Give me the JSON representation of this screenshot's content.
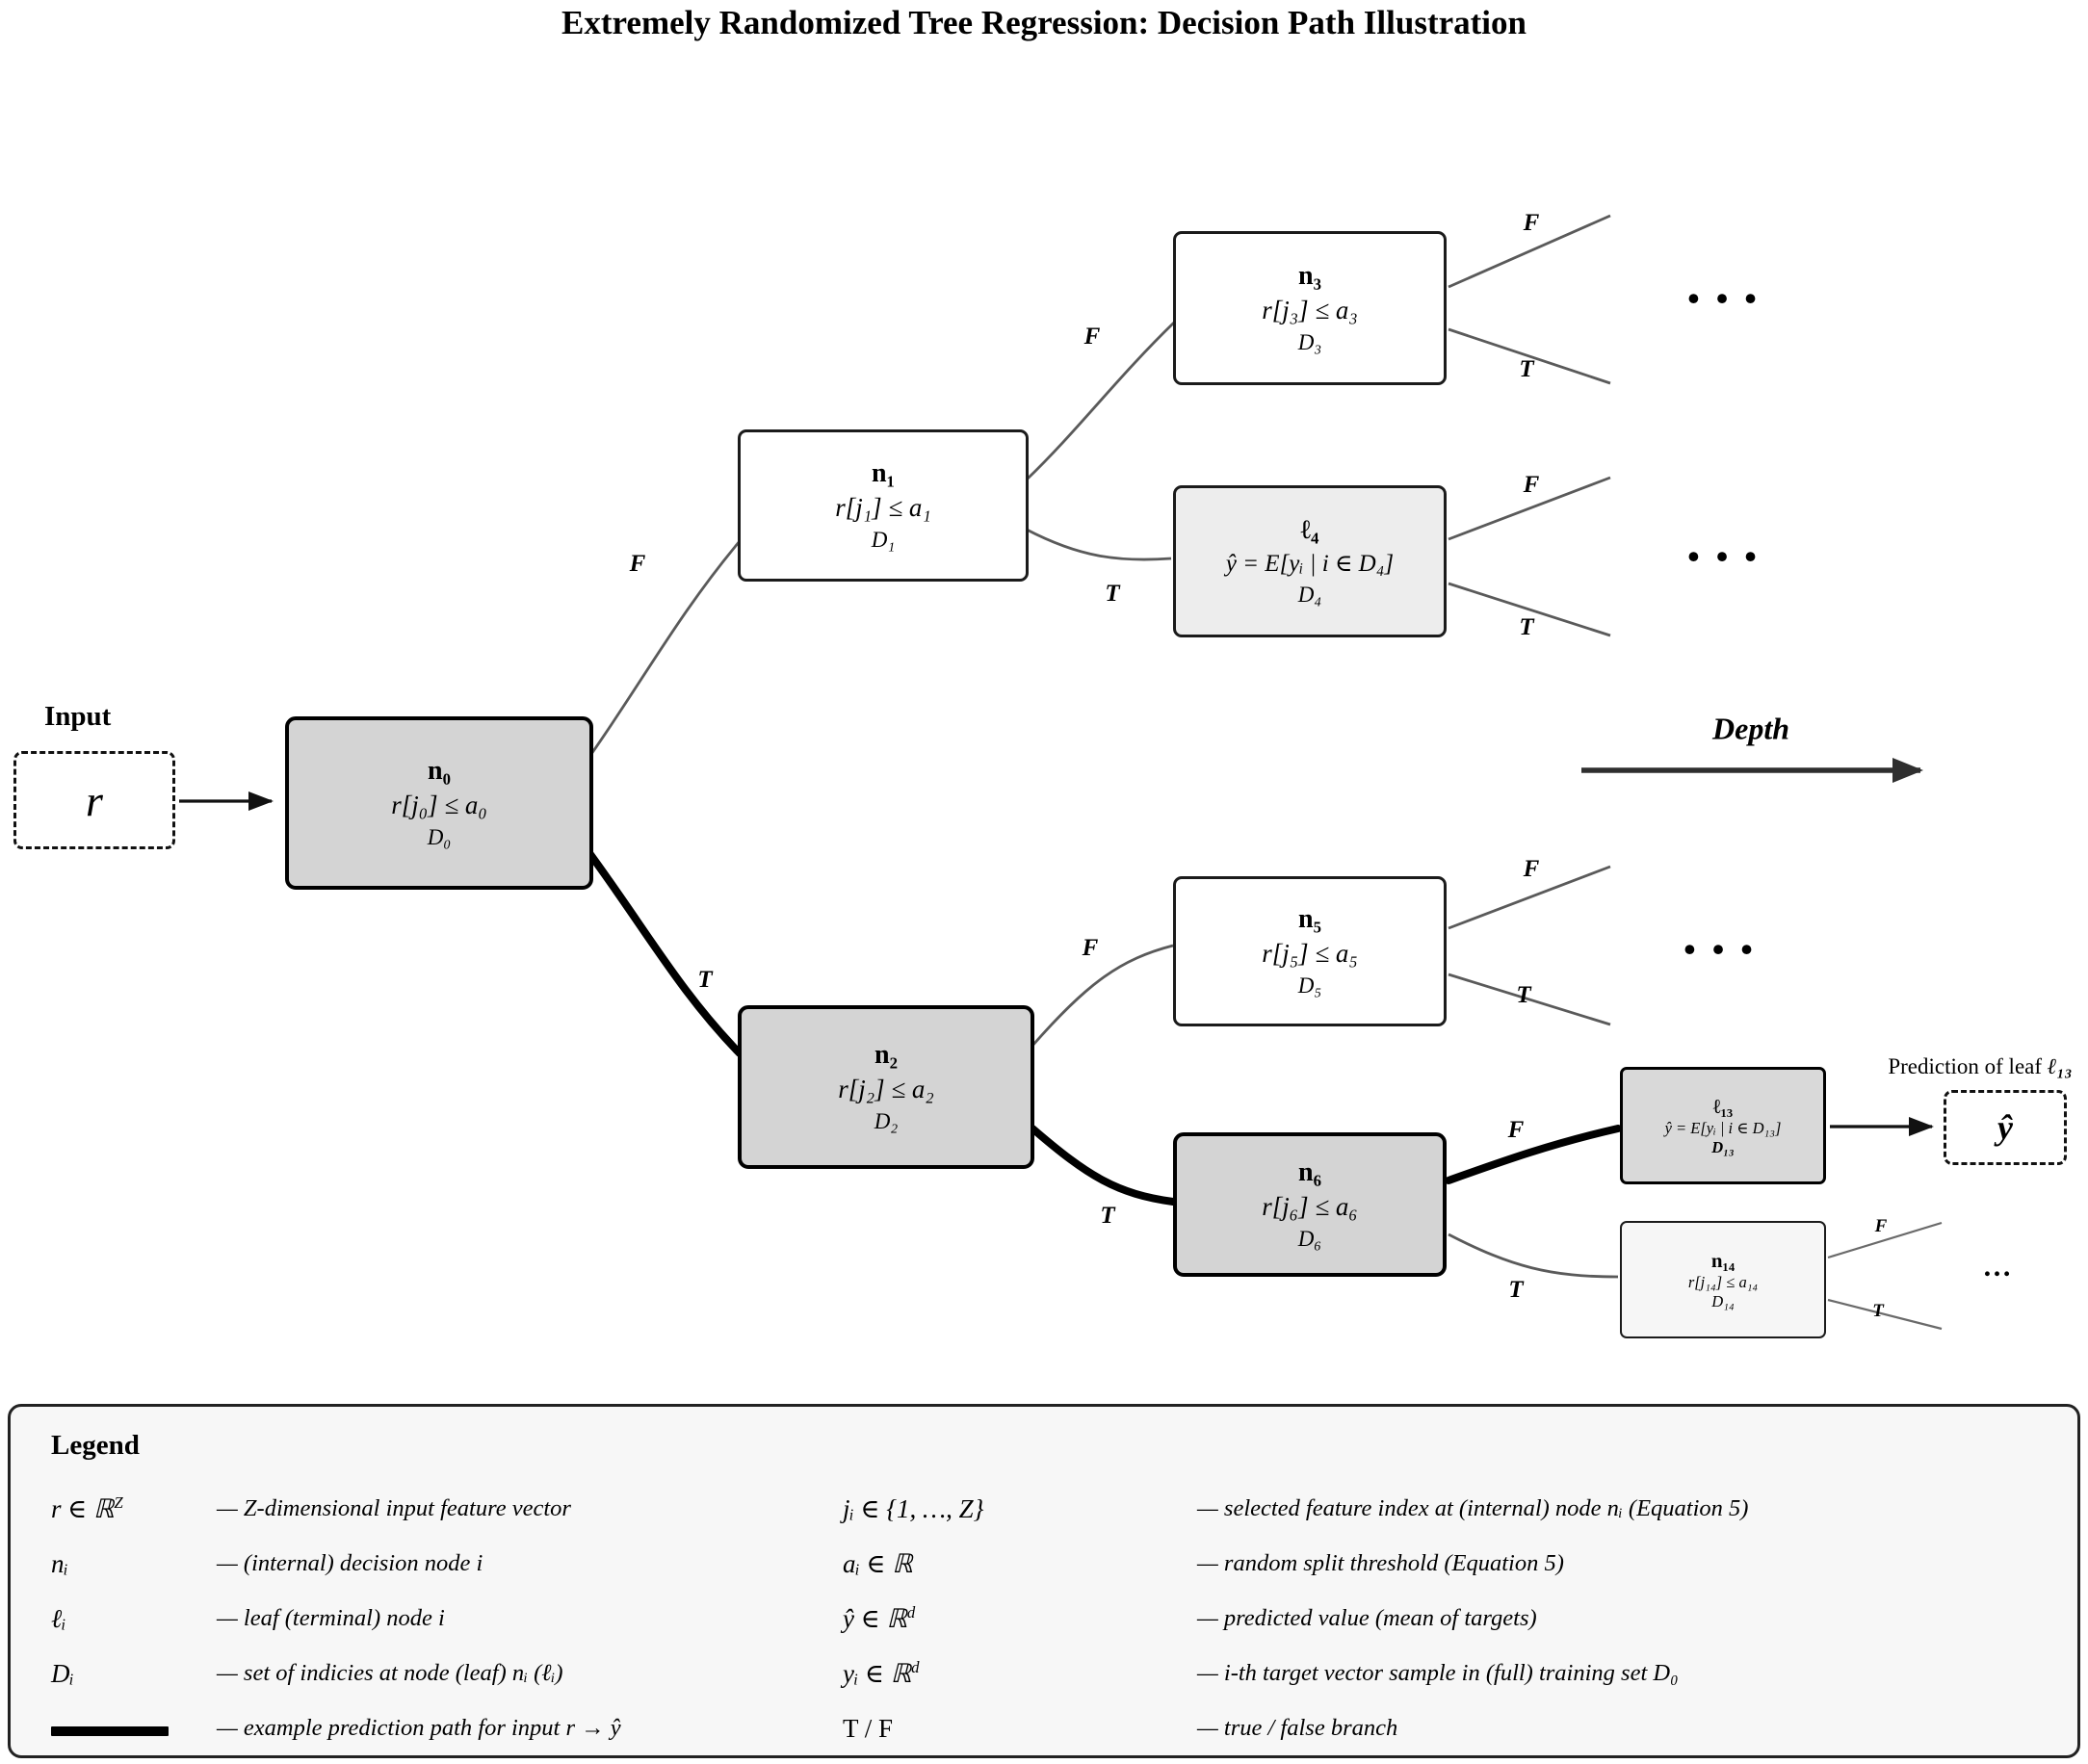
{
  "title": "Extremely Randomized Tree Regression: Decision Path Illustration",
  "input": {
    "label": "Input",
    "symbol": "r"
  },
  "depth_label": "Depth",
  "branches": {
    "f": "F",
    "t": "T"
  },
  "ellipsis": {
    "large": "• • •",
    "small": "…"
  },
  "nodes": {
    "n0": {
      "name": "n₀",
      "cond": "r[j₀] ≤ a₀",
      "set": "D₀"
    },
    "n1": {
      "name": "n₁",
      "cond": "r[j₁] ≤ a₁",
      "set": "D₁"
    },
    "n2": {
      "name": "n₂",
      "cond": "r[j₂] ≤ a₂",
      "set": "D₂"
    },
    "n3": {
      "name": "n₃",
      "cond": "r[j₃] ≤ a₃",
      "set": "D₃"
    },
    "l4": {
      "name": "ℓ₄",
      "cond": "ŷ = E[yᵢ | i ∈ D₄]",
      "set": "D₄"
    },
    "n5": {
      "name": "n₅",
      "cond": "r[j₅] ≤ a₅",
      "set": "D₅"
    },
    "n6": {
      "name": "n₆",
      "cond": "r[j₆] ≤ a₆",
      "set": "D₆"
    },
    "l13": {
      "name": "ℓ₁₃",
      "cond": "ŷ = E[yᵢ | i ∈ D₁₃]",
      "set": "D₁₃"
    },
    "n14": {
      "name": "n₁₄",
      "cond": "r[j₁₄] ≤ a₁₄",
      "set": "D₁₄"
    }
  },
  "prediction": {
    "label_pre": "Prediction of leaf ",
    "label_leaf": "ℓ₁₃",
    "symbol": "ŷ"
  },
  "legend": {
    "title": "Legend",
    "left": [
      {
        "term": "r ∈ ℝ",
        "sup": "Z",
        "desc": "— Z-dimensional input feature vector"
      },
      {
        "term": "nᵢ",
        "sup": "",
        "desc": "— (internal) decision node i"
      },
      {
        "term": "ℓᵢ",
        "sup": "",
        "desc": "— leaf (terminal) node i"
      },
      {
        "term": "Dᵢ",
        "sup": "",
        "desc": "— set of indicies at node (leaf) nᵢ (ℓᵢ)"
      },
      {
        "term": "",
        "sup": "",
        "desc": "— example prediction path for input r → ŷ"
      }
    ],
    "right": [
      {
        "term": "jᵢ ∈ {1, …, Z}",
        "sup": "",
        "desc": "— selected feature index at (internal) node nᵢ (Equation 5)"
      },
      {
        "term": "aᵢ ∈ ℝ",
        "sup": "",
        "desc": "— random split threshold (Equation 5)"
      },
      {
        "term": "ŷ ∈ ℝ",
        "sup": "d",
        "desc": "— predicted value (mean of targets)"
      },
      {
        "term": "yᵢ ∈ ℝ",
        "sup": "d",
        "desc": "— i-th target vector sample in (full) training set D₀"
      },
      {
        "term": "T / F",
        "sup": "",
        "desc": "— true / false branch"
      }
    ]
  }
}
